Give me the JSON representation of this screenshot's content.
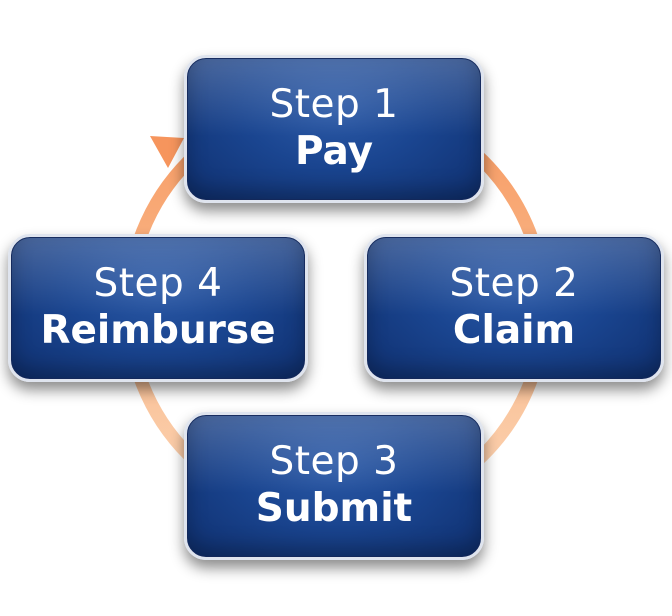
{
  "steps": [
    {
      "number": "Step 1",
      "action": "Pay"
    },
    {
      "number": "Step 2",
      "action": "Claim"
    },
    {
      "number": "Step 3",
      "action": "Submit"
    },
    {
      "number": "Step 4",
      "action": "Reimburse"
    }
  ],
  "colors": {
    "box_fill": "#1a4590",
    "box_border": "#dfe4ee",
    "text": "#ffffff",
    "cycle_arrow": "#f7a56b"
  },
  "icons": {
    "cycle_arrow": "clockwise-cycle-arrow-icon"
  }
}
